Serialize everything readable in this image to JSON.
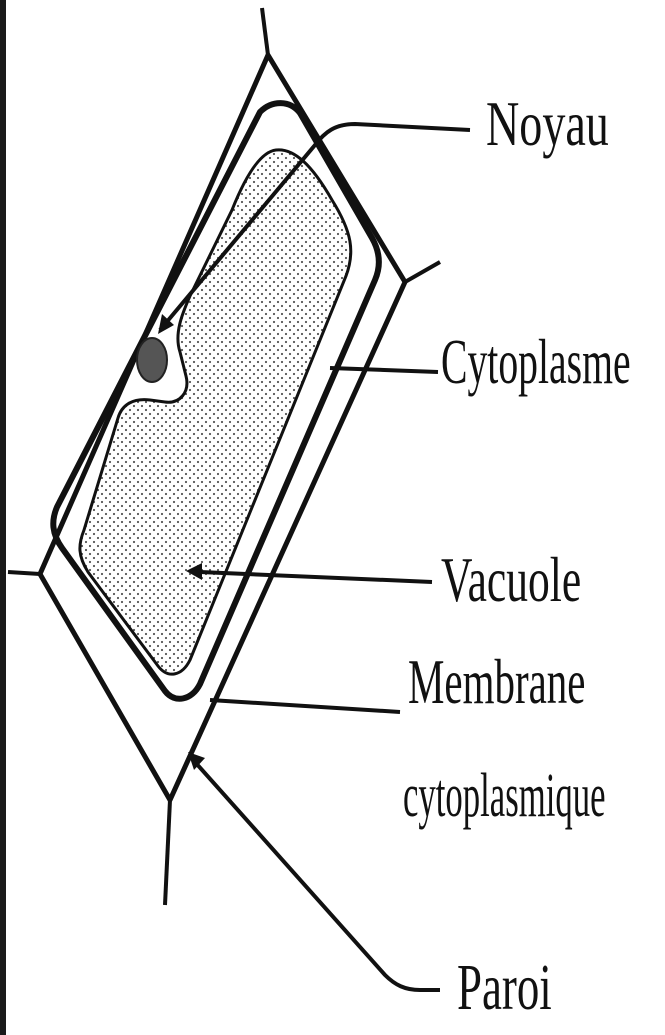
{
  "diagram": {
    "labels": {
      "noyau": "Noyau",
      "cytoplasme": "Cytoplasme",
      "vacuole": "Vacuole",
      "membrane_line1": "Membrane",
      "membrane_line2": "cytoplasmique",
      "paroi": "Paroi"
    }
  },
  "colors": {
    "ink": "#111111",
    "vacuole_fill": "#ffffff",
    "vacuole_dots": "#555555",
    "nucleus": "#555555"
  }
}
